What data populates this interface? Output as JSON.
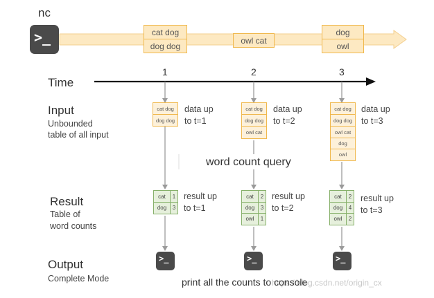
{
  "source": {
    "label": "nc"
  },
  "stream": {
    "batches": [
      {
        "rows": [
          "cat dog",
          "dog dog"
        ]
      },
      {
        "rows": [
          "owl cat"
        ]
      },
      {
        "rows": [
          "dog",
          "owl"
        ]
      }
    ]
  },
  "timeline": {
    "label": "Time",
    "ticks": [
      "1",
      "2",
      "3"
    ]
  },
  "input": {
    "title": "Input",
    "subtitle_line1": "Unbounded",
    "subtitle_line2": "table of all input",
    "tables": [
      {
        "rows": [
          "cat dog",
          "dog dog"
        ],
        "note_line1": "data up",
        "note_line2": "to t=1"
      },
      {
        "rows": [
          "cat dog",
          "dog dog",
          "owl cat"
        ],
        "note_line1": "data up",
        "note_line2": "to t=2"
      },
      {
        "rows": [
          "cat dog",
          "dog dog",
          "owl cat",
          "dog",
          "owl"
        ],
        "note_line1": "data up",
        "note_line2": "to t=3"
      }
    ]
  },
  "query": {
    "label": "word count query"
  },
  "result": {
    "title": "Result",
    "subtitle_line1": "Table of",
    "subtitle_line2": "word counts",
    "tables": [
      {
        "rows": [
          [
            "cat",
            "1"
          ],
          [
            "dog",
            "3"
          ]
        ],
        "note_line1": "result up",
        "note_line2": "to t=1"
      },
      {
        "rows": [
          [
            "cat",
            "2"
          ],
          [
            "dog",
            "3"
          ],
          [
            "owl",
            "1"
          ]
        ],
        "note_line1": "result up",
        "note_line2": "to t=2"
      },
      {
        "rows": [
          [
            "cat",
            "2"
          ],
          [
            "dog",
            "4"
          ],
          [
            "owl",
            "2"
          ]
        ],
        "note_line1": "result up",
        "note_line2": "to t=3"
      }
    ]
  },
  "output": {
    "title": "Output",
    "subtitle": "Complete Mode",
    "caption": "print all the counts to console"
  },
  "watermark": "https://blog.csdn.net/origin_cx",
  "colors": {
    "stream_fill": "#fde9c2",
    "stream_border": "#f0b84d",
    "input_fill": "#fdf1da",
    "result_fill": "#e6f0dc",
    "result_border": "#86b06a",
    "arrow_gray": "#9a9a9a",
    "terminal": "#4a4a4a"
  },
  "icons": [
    "terminal-icon"
  ]
}
